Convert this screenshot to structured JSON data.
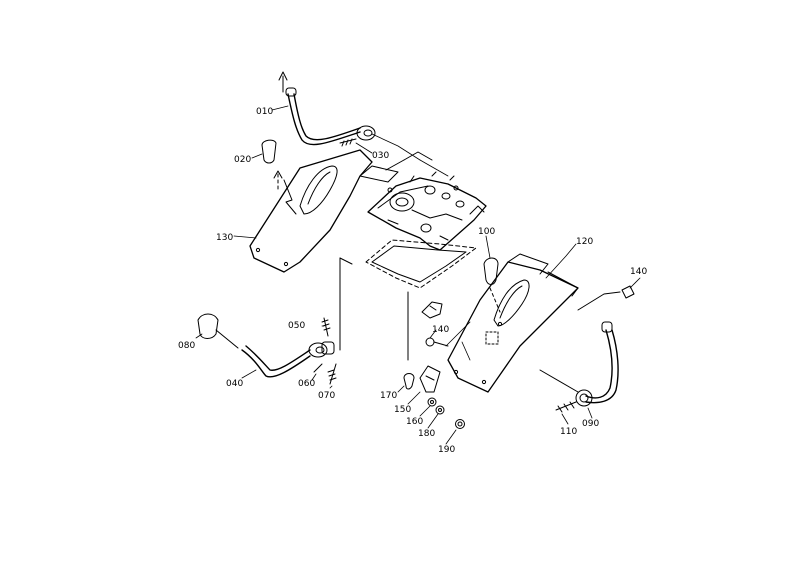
{
  "colors": {
    "ink": "#000000",
    "paper": "#ffffff"
  },
  "callouts": {
    "c010": "010",
    "c020": "020",
    "c030": "030",
    "c040": "040",
    "c050": "050",
    "c060": "060",
    "c070": "070",
    "c080": "080",
    "c090": "090",
    "c100": "100",
    "c110": "110",
    "c120": "120",
    "c130": "130",
    "c140a": "140",
    "c140b": "140",
    "c150": "150",
    "c160": "160",
    "c170": "170",
    "c180": "180",
    "c190": "190"
  }
}
